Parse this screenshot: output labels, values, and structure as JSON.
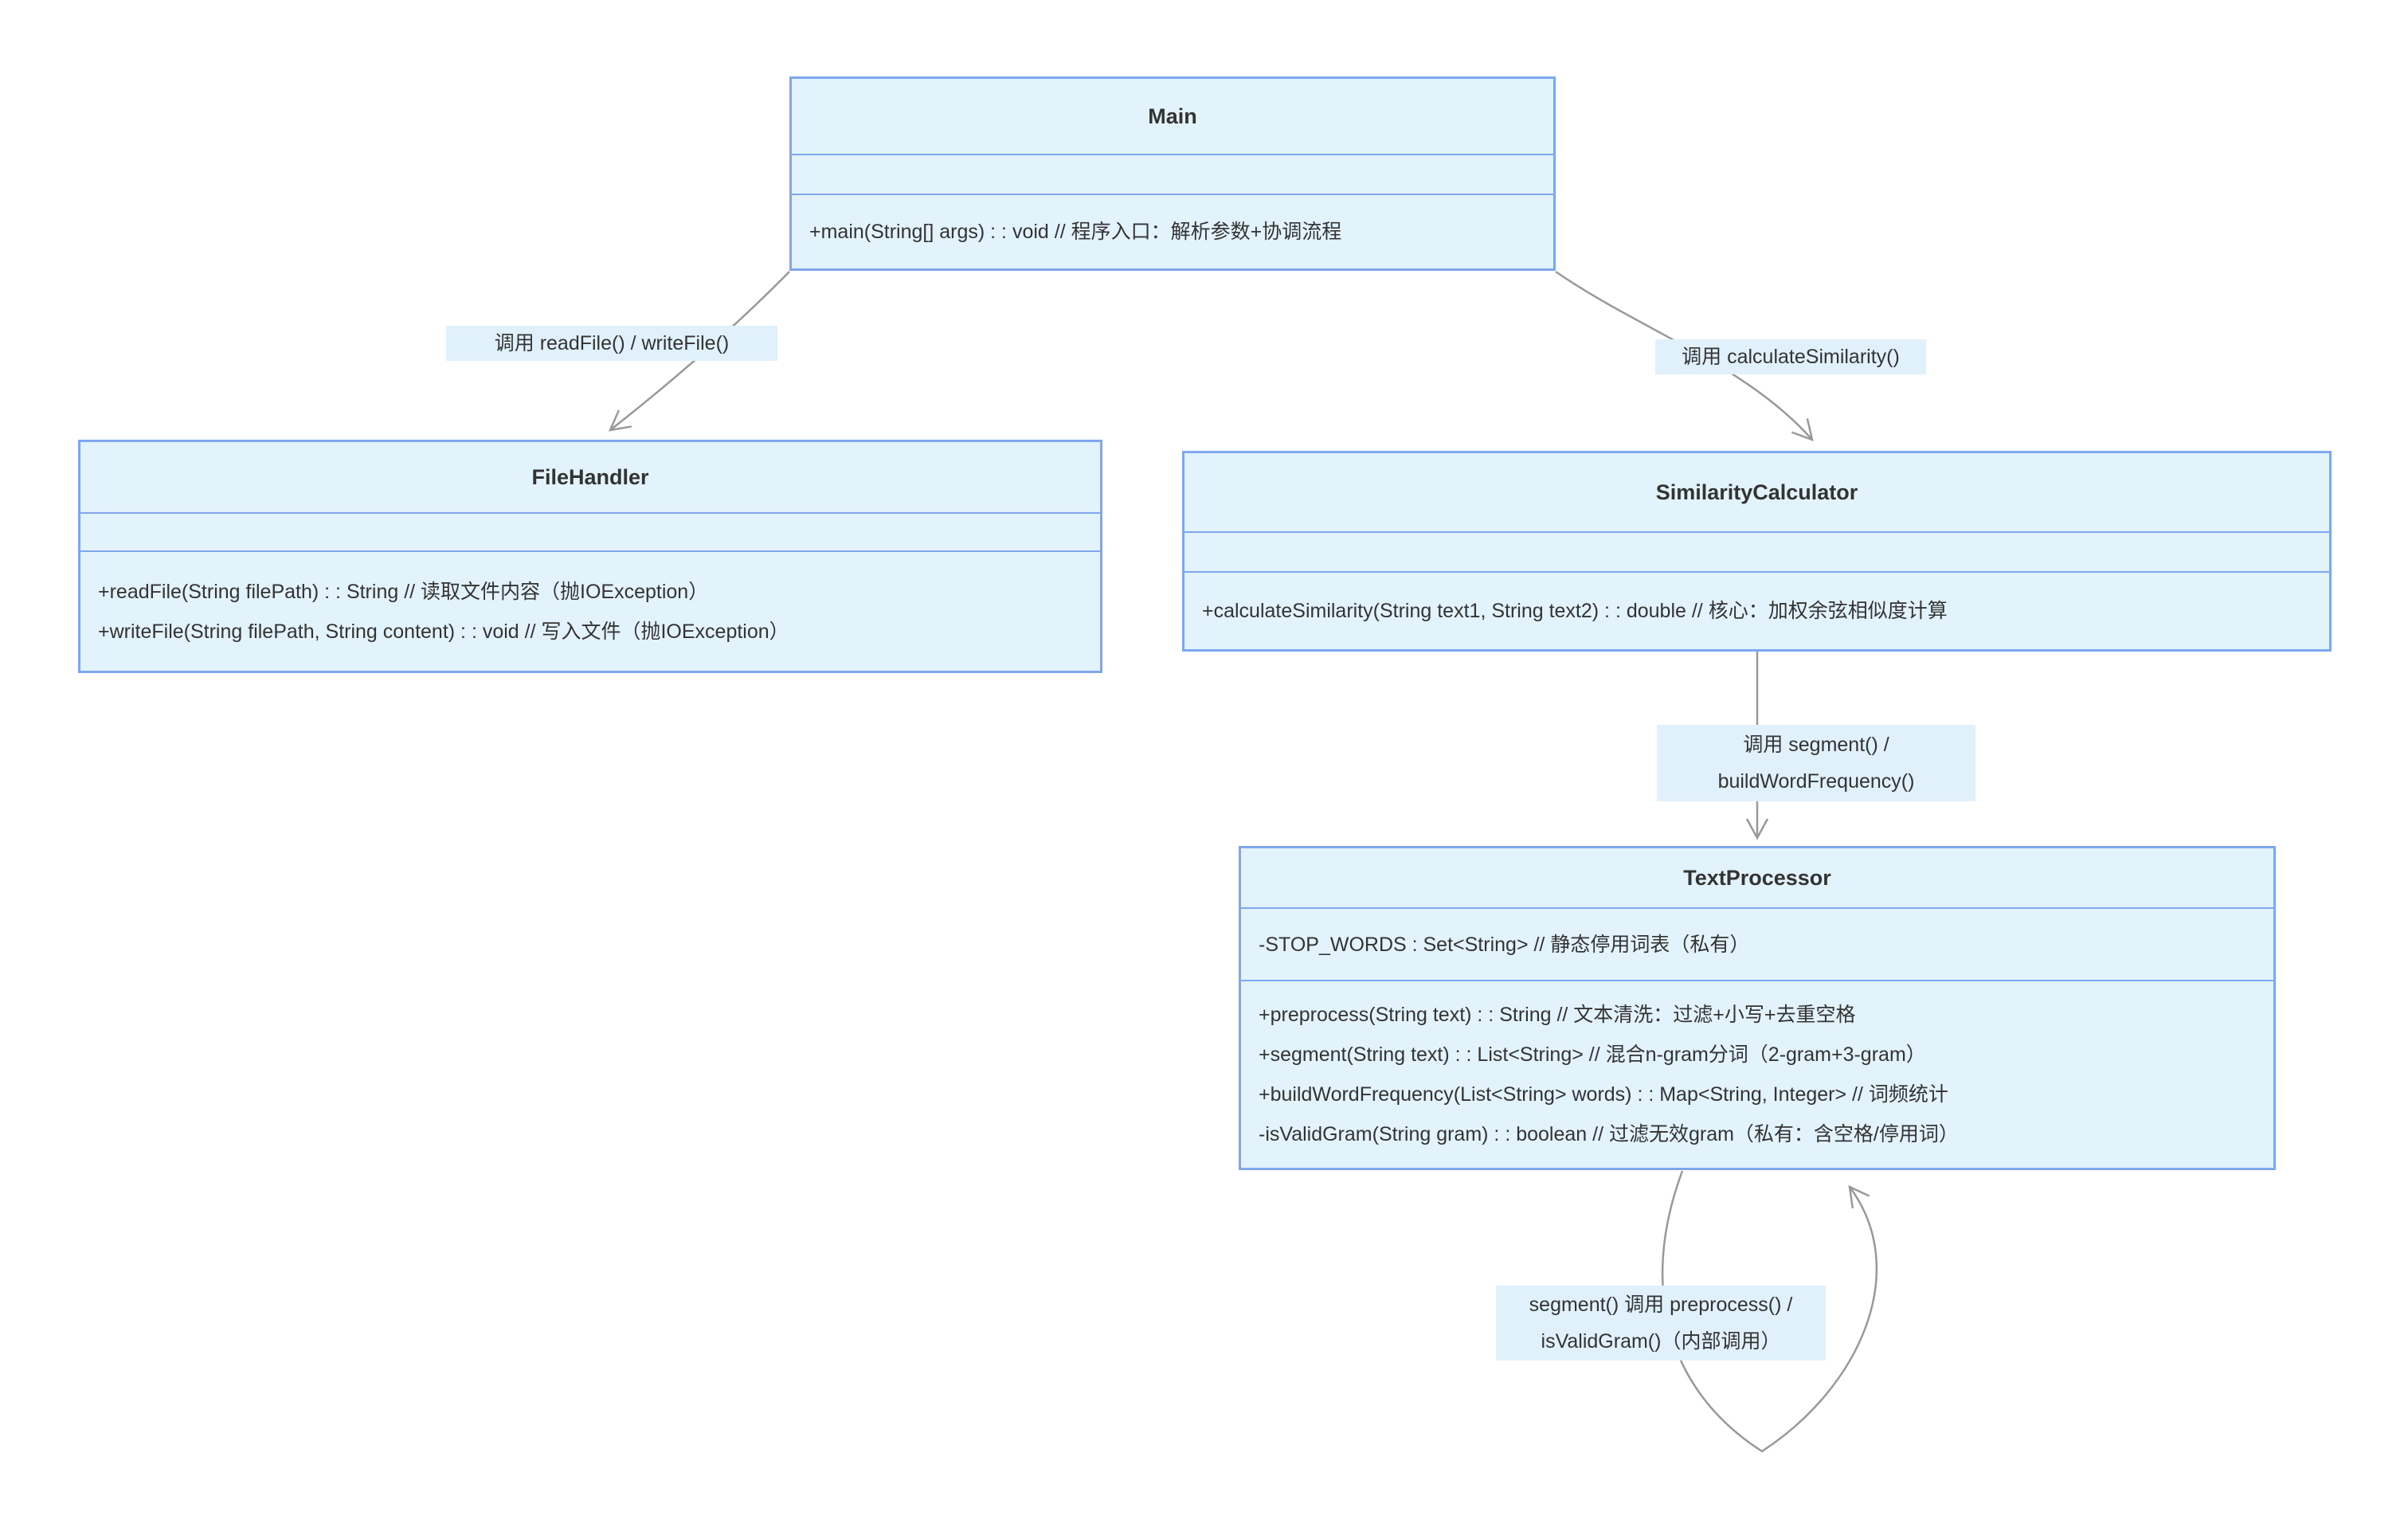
{
  "diagram": {
    "type": "uml-class-diagram",
    "classes": [
      {
        "name": "Main",
        "attributes": [],
        "methods": [
          "+main(String[] args) : : void // 程序入口：解析参数+协调流程"
        ]
      },
      {
        "name": "FileHandler",
        "attributes": [],
        "methods": [
          "+readFile(String filePath) : : String // 读取文件内容（抛IOException）",
          "+writeFile(String filePath, String content) : : void // 写入文件（抛IOException）"
        ]
      },
      {
        "name": "SimilarityCalculator",
        "attributes": [],
        "methods": [
          "+calculateSimilarity(String text1, String text2) : : double // 核心：加权余弦相似度计算"
        ]
      },
      {
        "name": "TextProcessor",
        "attributes": [
          "-STOP_WORDS : Set<String> // 静态停用词表（私有）"
        ],
        "methods": [
          "+preprocess(String text) : : String // 文本清洗：过滤+小写+去重空格",
          "+segment(String text) : : List<String> // 混合n-gram分词（2-gram+3-gram）",
          "+buildWordFrequency(List<String> words) : : Map<String, Integer> // 词频统计",
          "-isValidGram(String gram) : : boolean // 过滤无效gram（私有：含空格/停用词）"
        ]
      }
    ],
    "edges": [
      {
        "from": "Main",
        "to": "FileHandler",
        "label": "调用 readFile() / writeFile()"
      },
      {
        "from": "Main",
        "to": "SimilarityCalculator",
        "label": "调用 calculateSimilarity()"
      },
      {
        "from": "SimilarityCalculator",
        "to": "TextProcessor",
        "label": "调用 segment() /\nbuildWordFrequency()"
      },
      {
        "from": "TextProcessor",
        "to": "TextProcessor",
        "label": "segment() 调用 preprocess() /\nisValidGram()（内部调用）"
      }
    ],
    "colors": {
      "node_fill": "#E3F3FC",
      "node_border": "#7FA7F0",
      "edge_line": "#999999",
      "edge_label_bg": "#E0F1FB",
      "text": "#333333",
      "background": "#FFFFFF"
    }
  }
}
